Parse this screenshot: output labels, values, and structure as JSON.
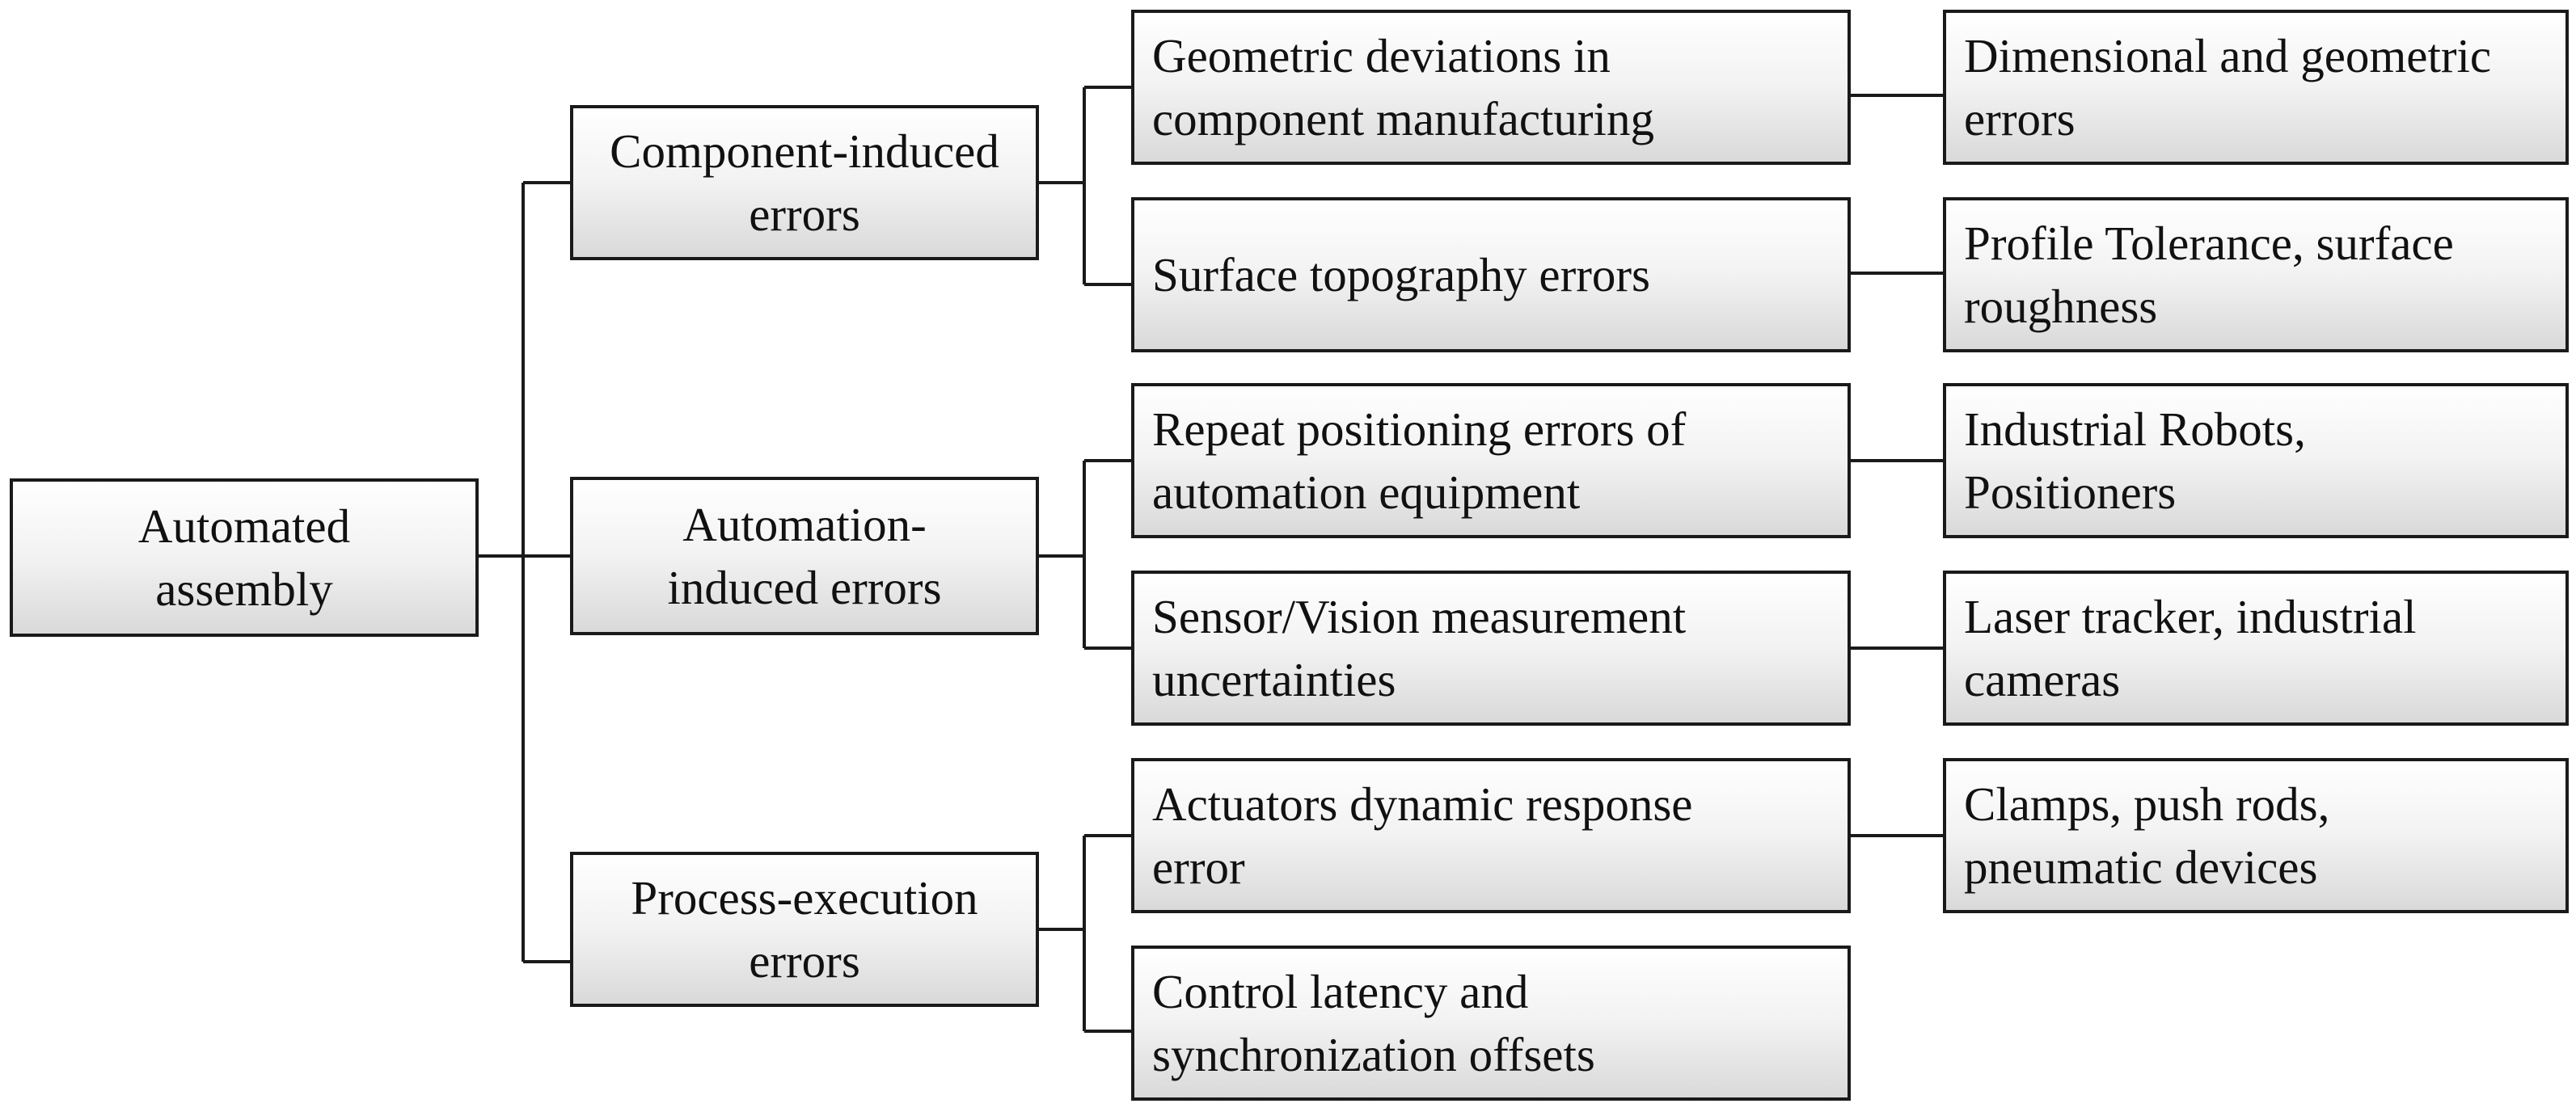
{
  "diagram": {
    "root": {
      "label": "Automated assembly",
      "lines": [
        "Automated",
        "assembly"
      ]
    },
    "categories": [
      {
        "label": "Component-induced errors",
        "lines": [
          "Component-induced",
          "errors"
        ],
        "causes": [
          {
            "label": "Geometric deviations in component manufacturing",
            "lines": [
              "Geometric deviations in",
              "component manufacturing"
            ],
            "examples": {
              "label": "Dimensional and geometric errors",
              "lines": [
                "Dimensional and geometric",
                "errors"
              ]
            }
          },
          {
            "label": "Surface topography errors",
            "lines": [
              "Surface topography errors"
            ],
            "examples": {
              "label": "Profile Tolerance, surface roughness",
              "lines": [
                "Profile Tolerance, surface",
                "roughness"
              ]
            }
          }
        ]
      },
      {
        "label": "Automation-induced errors",
        "lines": [
          "Automation-",
          "induced errors"
        ],
        "causes": [
          {
            "label": "Repeat positioning errors of automation equipment",
            "lines": [
              "Repeat positioning errors of",
              "automation equipment"
            ],
            "examples": {
              "label": "Industrial Robots, Positioners",
              "lines": [
                "Industrial Robots,",
                "Positioners"
              ]
            }
          },
          {
            "label": "Sensor/Vision measurement uncertainties",
            "lines": [
              "Sensor/Vision measurement",
              "uncertainties"
            ],
            "examples": {
              "label": "Laser tracker, industrial cameras",
              "lines": [
                "Laser tracker, industrial",
                "cameras"
              ]
            }
          }
        ]
      },
      {
        "label": "Process-execution errors",
        "lines": [
          "Process-execution",
          "errors"
        ],
        "causes": [
          {
            "label": "Actuators dynamic response error",
            "lines": [
              "Actuators dynamic response",
              "error"
            ],
            "examples": {
              "label": "Clamps, push rods, pneumatic devices",
              "lines": [
                "Clamps, push rods,",
                "pneumatic devices"
              ]
            }
          },
          {
            "label": "Control latency and synchronization offsets",
            "lines": [
              "Control latency and",
              "synchronization offsets"
            ]
          }
        ]
      }
    ]
  }
}
